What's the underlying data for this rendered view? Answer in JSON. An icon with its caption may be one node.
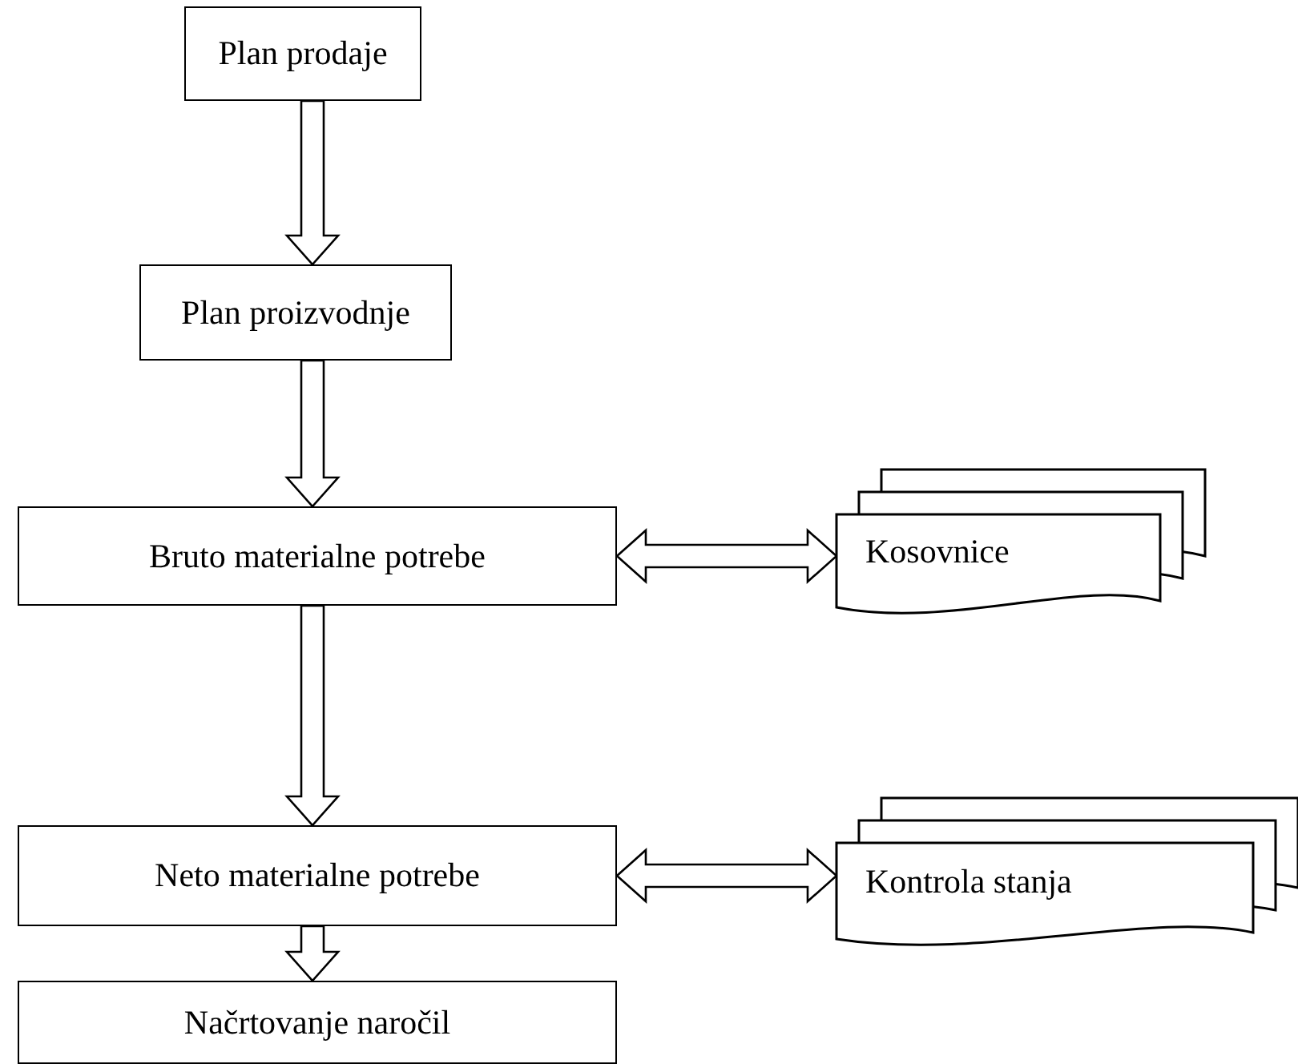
{
  "diagram": {
    "nodes": [
      {
        "text": [
          "Plan prodaje"
        ]
      },
      {
        "text": [
          "Plan proizvodnje"
        ]
      },
      {
        "text": [
          "Bruto materialne potrebe"
        ]
      },
      {
        "text": [
          "Kosovnice"
        ]
      },
      {
        "text": [
          "Neto materialne potrebe"
        ]
      },
      {
        "text": [
          "Kontrola stanja"
        ]
      },
      {
        "text": [
          "Načrtovanje naročil"
        ]
      }
    ],
    "edges": [
      {
        "from": 0,
        "to": 1,
        "arrow": "to"
      },
      {
        "from": 1,
        "to": 2,
        "arrow": "to"
      },
      {
        "from": 2,
        "to": 3,
        "arrow": "both"
      },
      {
        "from": 2,
        "to": 4,
        "arrow": "to"
      },
      {
        "from": 4,
        "to": 5,
        "arrow": "both"
      },
      {
        "from": 4,
        "to": 6,
        "arrow": "to"
      }
    ]
  }
}
